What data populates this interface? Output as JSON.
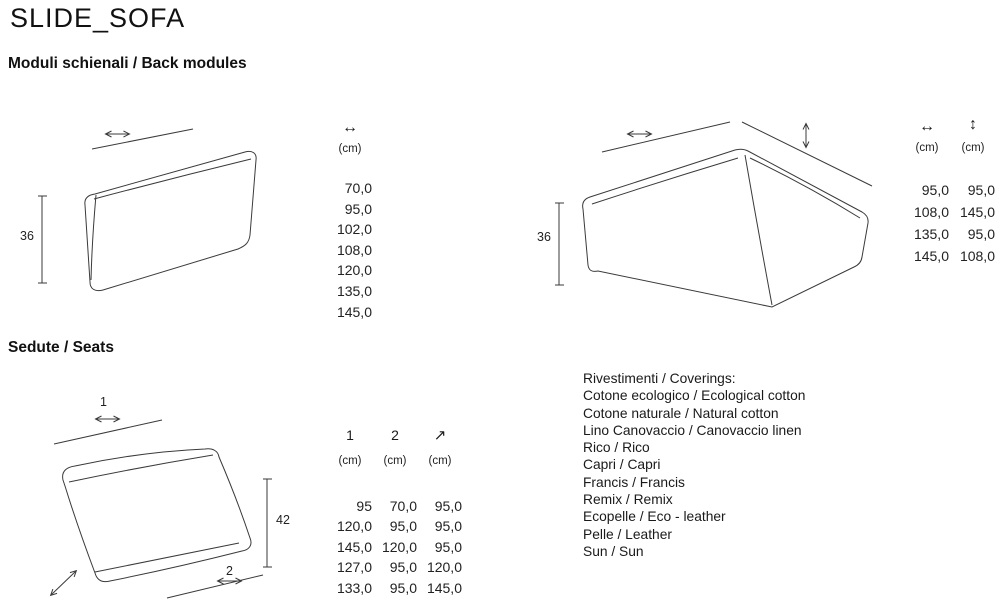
{
  "page": {
    "title": "SLIDE_SOFA"
  },
  "sections": {
    "back_modules": "Moduli schienali / Back modules",
    "seats": "Sedute / Seats"
  },
  "back_single": {
    "height_label": "36",
    "col_header": "↔",
    "unit": "(cm)",
    "widths": [
      "70,0",
      "95,0",
      "102,0",
      "108,0",
      "120,0",
      "135,0",
      "145,0"
    ]
  },
  "back_corner": {
    "height_label": "36",
    "col1_header": "↔",
    "col2_header": "↕",
    "unit": "(cm)",
    "rows": [
      [
        "95,0",
        "95,0"
      ],
      [
        "108,0",
        "145,0"
      ],
      [
        "135,0",
        "95,0"
      ],
      [
        "145,0",
        "108,0"
      ]
    ]
  },
  "seat": {
    "height_label": "42",
    "dim1_label": "1",
    "dim2_label": "2",
    "col1_header": "1",
    "col2_header": "2",
    "col3_header": "↗",
    "unit": "(cm)",
    "rows": [
      [
        "95",
        "70,0",
        "95,0"
      ],
      [
        "120,0",
        "95,0",
        "95,0"
      ],
      [
        "145,0",
        "120,0",
        "95,0"
      ],
      [
        "127,0",
        "95,0",
        "120,0"
      ],
      [
        "133,0",
        "95,0",
        "145,0"
      ]
    ]
  },
  "coverings": {
    "title": "Rivestimenti / Coverings:",
    "items": [
      "Cotone ecologico / Ecological cotton",
      "Cotone naturale / Natural cotton",
      "Lino Canovaccio / Canovaccio linen",
      "Rico / Rico",
      "Capri / Capri",
      "Francis / Francis",
      "Remix / Remix",
      "Ecopelle / Eco - leather",
      "Pelle / Leather",
      "Sun / Sun"
    ]
  }
}
